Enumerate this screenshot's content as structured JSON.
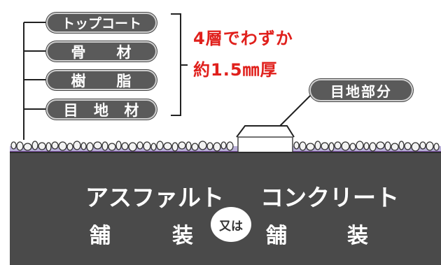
{
  "layers": [
    {
      "label": "トップコート",
      "chars": null
    },
    {
      "label": "骨材",
      "chars": [
        "骨",
        "材"
      ]
    },
    {
      "label": "樹脂",
      "chars": [
        "樹",
        "脂"
      ]
    },
    {
      "label": "目地材",
      "chars": [
        "目",
        "地",
        "材"
      ]
    }
  ],
  "spec": {
    "line1": "4層でわずか",
    "line2": "約1.5㎜厚"
  },
  "joint_label": "目地部分",
  "pavement": {
    "left_title": "アスファルト",
    "left_sub_1": "舗",
    "left_sub_2": "装",
    "or_text": "又は",
    "right_title": "コンクリート",
    "right_sub_1": "舗",
    "right_sub_2": "装"
  },
  "colors": {
    "spec_text": "#e0201c",
    "pill": "#5a5a5a",
    "pavement": "#4a4a4a"
  }
}
